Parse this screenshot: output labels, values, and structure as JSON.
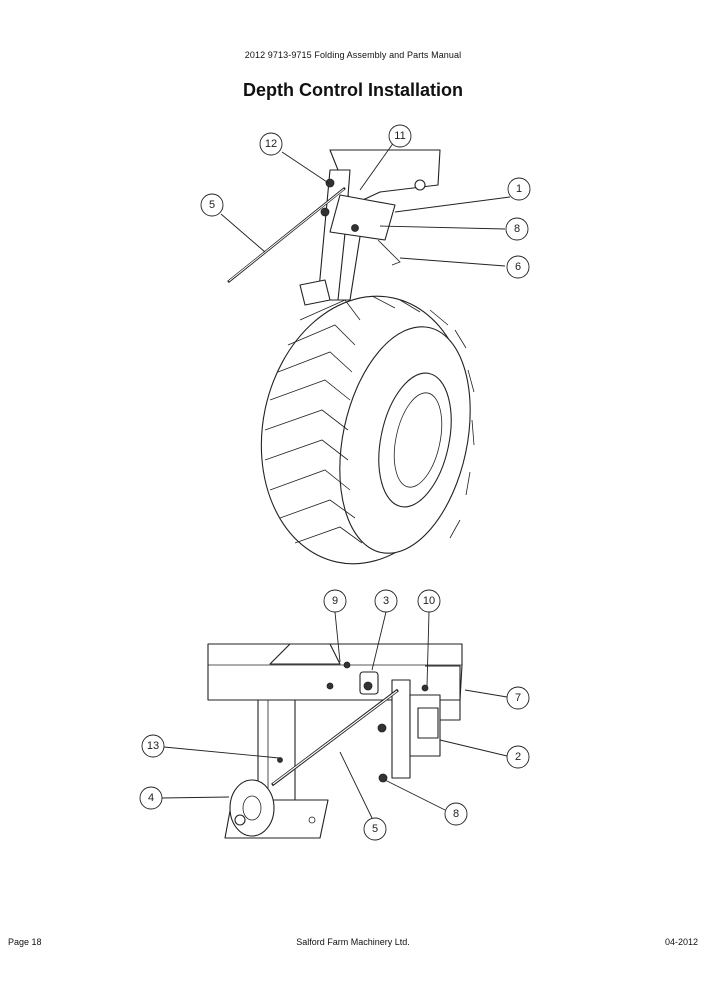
{
  "header": {
    "manual_title": "2012 9713-9715 Folding Assembly and Parts Manual"
  },
  "page_title": "Depth Control Installation",
  "figure_top": {
    "callouts": [
      "12",
      "11",
      "1",
      "5",
      "8",
      "6"
    ]
  },
  "figure_bottom": {
    "callouts": [
      "9",
      "3",
      "10",
      "7",
      "13",
      "2",
      "4",
      "8",
      "5"
    ]
  },
  "footer": {
    "page": "Page 18",
    "company": "Salford Farm Machinery Ltd.",
    "date": "04-2012"
  }
}
